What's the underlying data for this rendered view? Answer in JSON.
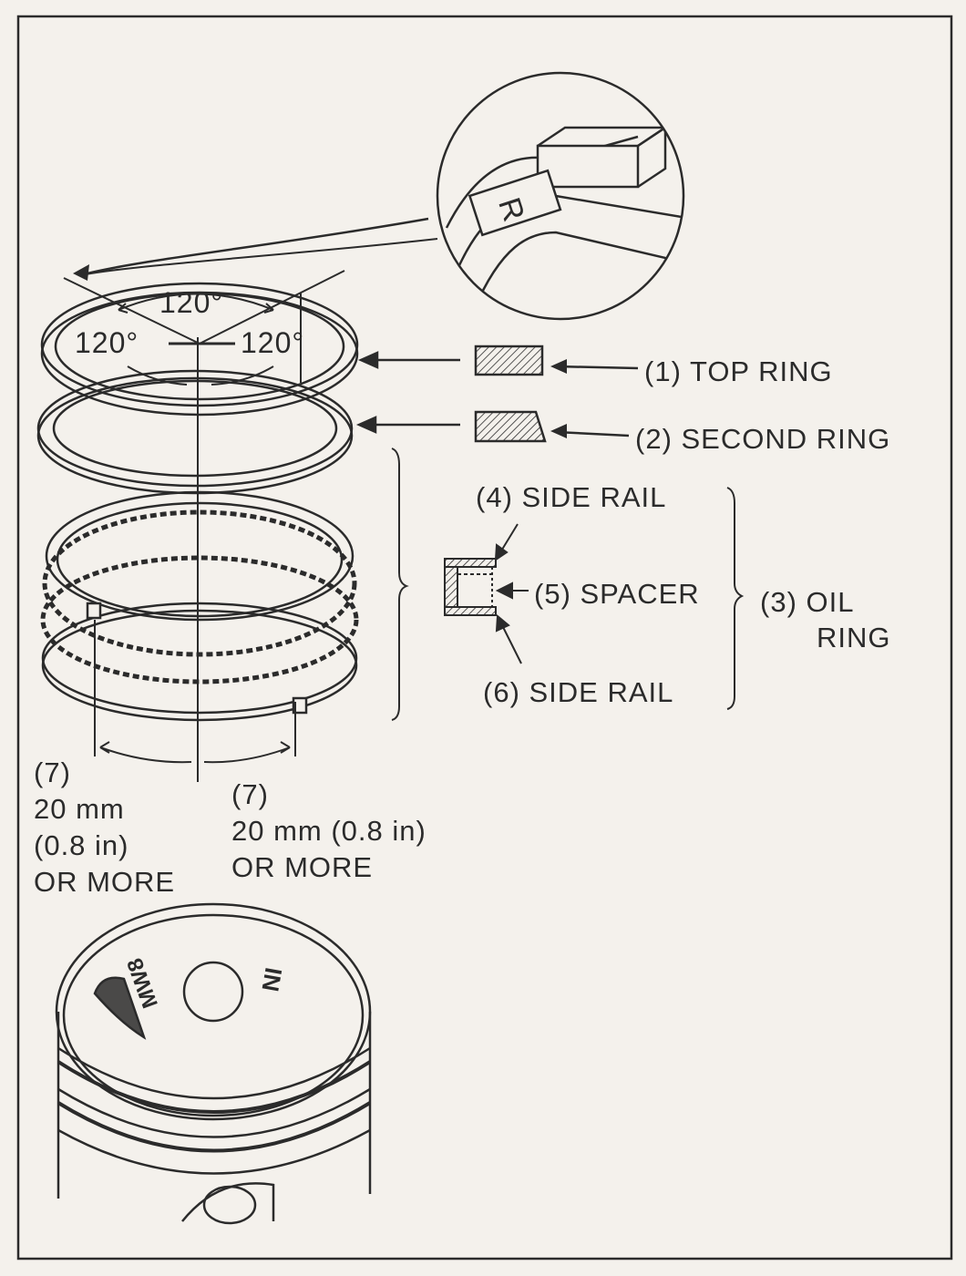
{
  "angles": {
    "top": "120°",
    "left": "120°",
    "right": "120°"
  },
  "callouts": {
    "top_ring": "(1) TOP RING",
    "second_ring": "(2) SECOND RING",
    "oil_ring_line1": "(3) OIL",
    "oil_ring_line2": "RING",
    "side_rail_upper": "(4) SIDE RAIL",
    "spacer": "(5) SPACER",
    "side_rail_lower": "(6) SIDE RAIL"
  },
  "gap_left": {
    "ref": "(7)",
    "line1": "20 mm",
    "line2": "(0.8 in)",
    "line3": "OR MORE"
  },
  "gap_right": {
    "ref": "(7)",
    "line1": "20 mm (0.8 in)",
    "line2": "OR MORE"
  },
  "ring_mark": "R",
  "piston_marks": {
    "left": "MW8",
    "right": "IN"
  },
  "colors": {
    "ink": "#2b2b2b",
    "paper": "#f4f1ec"
  }
}
